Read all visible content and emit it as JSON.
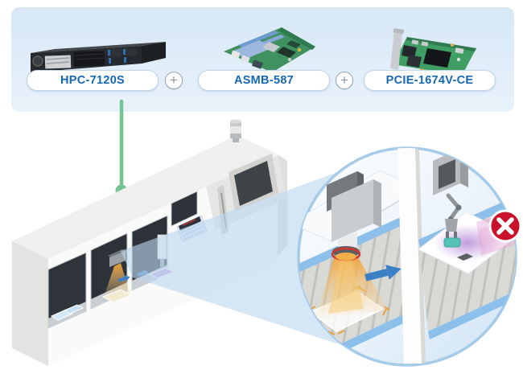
{
  "panel": {
    "products": [
      {
        "label": "HPC-7120S",
        "image_icon": "rackmount-server-image"
      },
      {
        "label": "ASMB-587",
        "image_icon": "server-motherboard-image"
      },
      {
        "label": "PCIE-1674V-CE",
        "image_icon": "pcie-frame-grabber-card-image"
      }
    ],
    "plus_symbol": "+"
  },
  "scene": {
    "machine_icon": "inline-aoi-inspection-machine",
    "magnifier_icon": "conveyor-vision-inspection-detail",
    "camera_icon": "inspection-camera-with-light-cone",
    "robot_icon": "pick-and-place-reject-arm",
    "reject_icon": "red-x-reject-badge"
  },
  "colors": {
    "accent_blue": "#1668b3",
    "pill_border": "#c3d6e8",
    "panel_top": "#d7e7f6",
    "panel_bottom": "#e9f2fb",
    "green_connector": "#74c494",
    "beam_blue": "#bcd7ef",
    "circle_border": "#a6cbe9",
    "conveyor_blue": "#8cbfe9",
    "cone_orange": "#f2a338",
    "arrow_blue": "#3b7fc4",
    "reject_red": "#c9112b",
    "robot_item_teal": "#55c2b5",
    "glow_purple": "#9d5fc9"
  }
}
